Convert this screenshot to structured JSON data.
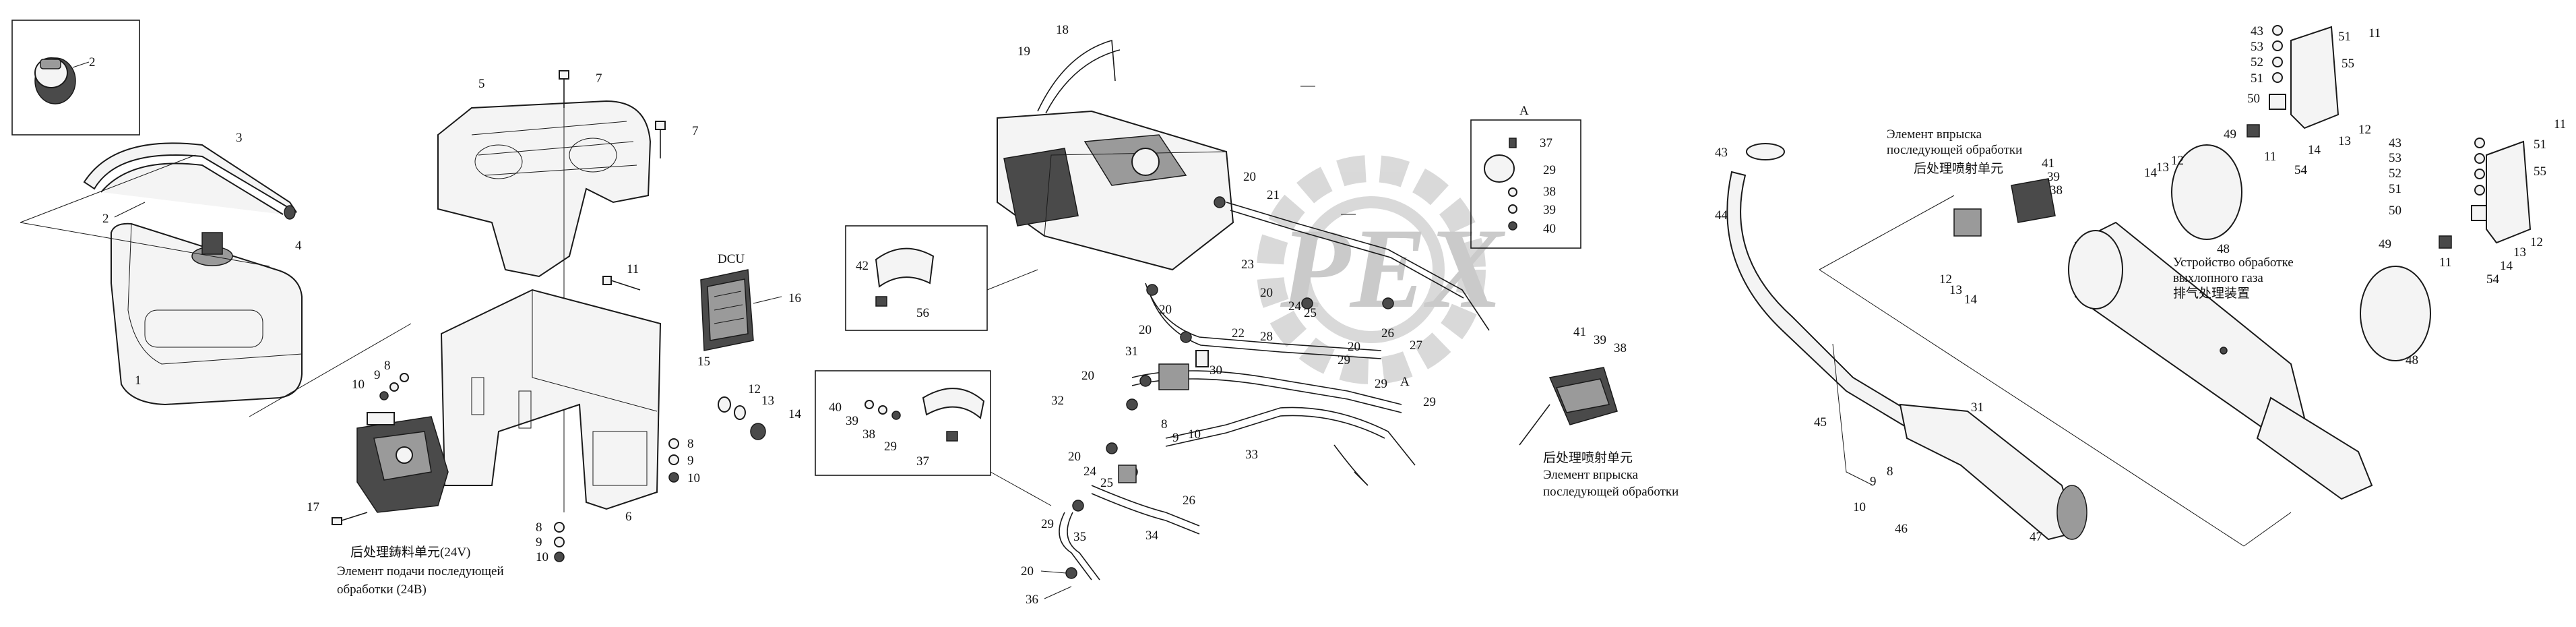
{
  "panels": {
    "detail_a_title": "A"
  },
  "labels": {
    "doser_cn": "后处理鋳料单元(24V)",
    "doser_ru_1": "Элемент подачи последующей",
    "doser_ru_2": "обработки (24В)",
    "dcu": "DCU",
    "injector_cn_mid": "后处理喷射单元",
    "injector_ru_mid_1": "Элемент впрыска",
    "injector_ru_mid_2": "последующей обработки",
    "injector_ru_right_1": "Элемент впрыска",
    "injector_ru_right_2": "последующей обработки",
    "injector_cn_right": "后处理喷射单元",
    "muffler_ru_1": "Устройство обработке",
    "muffler_ru_2": "выхлопного газа",
    "muffler_cn": "排气处理装置",
    "callout_a_mid": "A"
  },
  "callouts": {
    "n1": "1",
    "n2a": "2",
    "n2b": "2",
    "n3": "3",
    "n4": "4",
    "n5": "5",
    "n6": "6",
    "n7a": "7",
    "n7b": "7",
    "n8a": "8",
    "n9a": "9",
    "n10a": "10",
    "n8b": "8",
    "n9b": "9",
    "n10b": "10",
    "n8c": "8",
    "n9c": "9",
    "n10c": "10",
    "n11": "11",
    "n12": "12",
    "n13": "13",
    "n14": "14",
    "n15": "15",
    "n16": "16",
    "n17": "17",
    "n18": "18",
    "n19": "19",
    "n20a": "20",
    "n20b": "20",
    "n20c": "20",
    "n20d": "20",
    "n20e": "20",
    "n20f": "20",
    "n20g": "20",
    "n20h": "20",
    "n21": "21",
    "n22": "22",
    "n23": "23",
    "n24a": "24",
    "n24b": "24",
    "n25a": "25",
    "n25b": "25",
    "n26a": "26",
    "n26b": "26",
    "n27": "27",
    "n28": "28",
    "n29a": "29",
    "n29b": "29",
    "n29c": "29",
    "n29d": "29",
    "n30": "30",
    "n31": "31",
    "n32": "32",
    "n33": "33",
    "n34": "34",
    "n35": "35",
    "n36": "36",
    "n37a": "37",
    "n37b": "37",
    "n38a": "38",
    "n38b": "38",
    "n38c": "38",
    "n38d": "38",
    "n39a": "39",
    "n39b": "39",
    "n39c": "39",
    "n39d": "39",
    "n40a": "40",
    "n40b": "40",
    "n41a": "41",
    "n41b": "41",
    "n42": "42",
    "n43": "43",
    "n44": "44",
    "n45": "45",
    "n46": "46",
    "n47": "47",
    "n48a": "48",
    "n48b": "48",
    "n49a": "49",
    "n49b": "49",
    "n50a": "50",
    "n50b": "50",
    "n51a": "51",
    "n51b": "51",
    "n51c": "51",
    "n51d": "51",
    "n52a": "52",
    "n52b": "52",
    "n53a": "53",
    "n53b": "53",
    "n54a": "54",
    "n54b": "54",
    "n55a": "55",
    "n55b": "55",
    "n56": "56",
    "n8d": "8",
    "n9d": "9",
    "n10d": "10",
    "r11a": "11",
    "r11b": "11",
    "r11c": "11",
    "r11d": "11",
    "r12a": "12",
    "r12b": "12",
    "r12c": "12",
    "r12d": "12",
    "r13a": "13",
    "r13b": "13",
    "r13c": "13",
    "r13d": "13",
    "r14a": "14",
    "r14b": "14",
    "r14c": "14",
    "r14d": "14",
    "r43a": "43",
    "r43b": "43",
    "r31": "31"
  },
  "watermark": {
    "text": "PEX"
  }
}
